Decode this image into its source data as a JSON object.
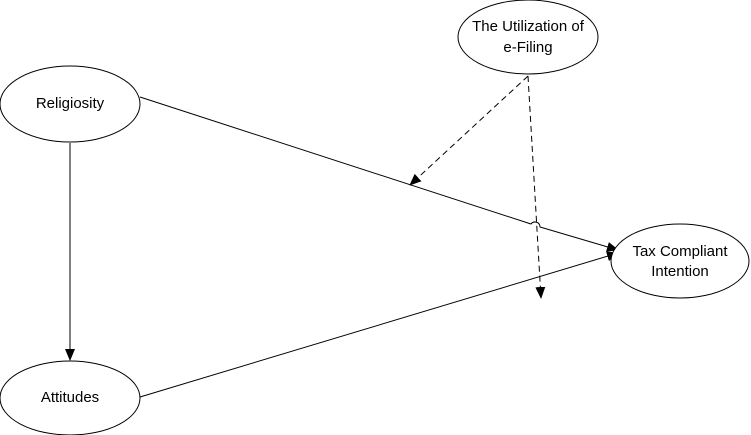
{
  "nodes": {
    "religiosity": {
      "label_lines": [
        "Religiosity"
      ]
    },
    "attitudes": {
      "label_lines": [
        "Attitudes"
      ]
    },
    "efiling": {
      "label_lines": [
        "The Utilization of",
        "e-Filing"
      ]
    },
    "intention": {
      "label_lines": [
        "Tax Compliant",
        "Intention"
      ]
    }
  },
  "edges": [
    {
      "from": "religiosity",
      "to": "attitudes",
      "style": "solid"
    },
    {
      "from": "religiosity",
      "to": "intention",
      "style": "solid"
    },
    {
      "from": "attitudes",
      "to": "intention",
      "style": "solid"
    },
    {
      "from": "efiling",
      "to": "religiosity-intention-path",
      "style": "dashed"
    },
    {
      "from": "efiling",
      "to": "attitudes-intention-path",
      "style": "dashed"
    }
  ],
  "colors": {
    "stroke": "#000000",
    "background": "#ffffff"
  }
}
